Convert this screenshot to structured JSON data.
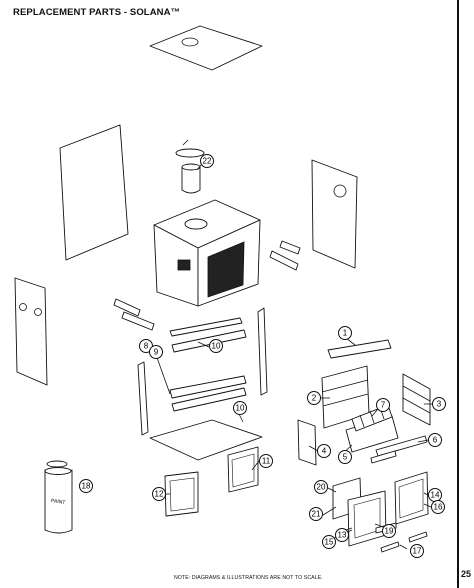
{
  "header": {
    "title": "REPLACEMENT PARTS - SOLANA™"
  },
  "footer": {
    "note": "NOTE: DIAGRAMS & ILLUSTRATIONS ARE NOT TO SCALE.",
    "page_number": "25"
  },
  "part_labels": {
    "paint": "PAINT"
  },
  "callouts": [
    "1",
    "2",
    "3",
    "4",
    "5",
    "6",
    "7",
    "8",
    "9",
    "10",
    "10",
    "11",
    "12",
    "13",
    "14",
    "15",
    "16",
    "17",
    "18",
    "19",
    "20",
    "21",
    "22"
  ]
}
